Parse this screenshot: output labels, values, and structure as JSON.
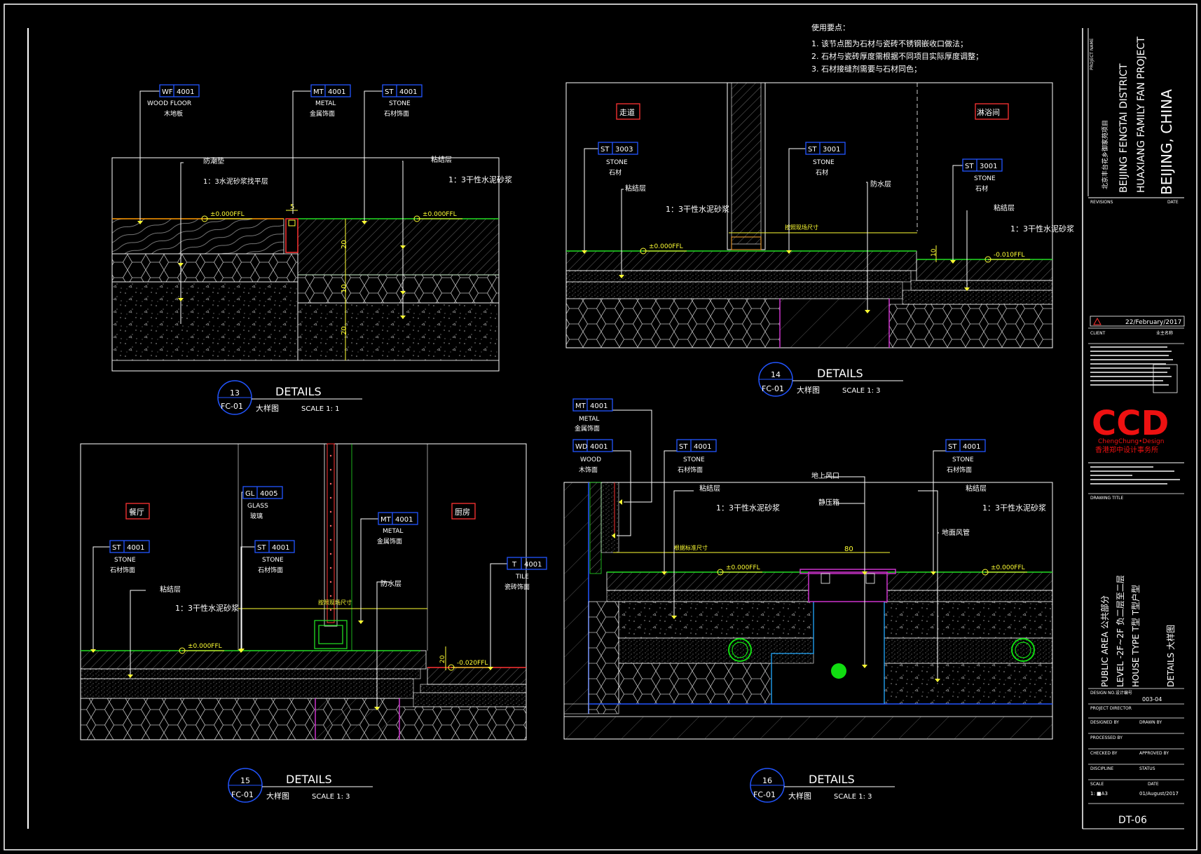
{
  "notes": {
    "title": "使用要点：",
    "items": [
      "1. 该节点图为石材与瓷砖不锈钢嵌收口做法；",
      "2. 石材与瓷砖厚度需根据不同项目实际厚度调整；",
      "3. 石材接缝剂需要与石材同色；"
    ]
  },
  "d13": {
    "tags": [
      {
        "code": "WF",
        "num": "4001",
        "en": "WOOD FLOOR",
        "cn": "木地板"
      },
      {
        "code": "MT",
        "num": "4001",
        "en": "METAL",
        "cn": "金属饰面"
      },
      {
        "code": "ST",
        "num": "4001",
        "en": "STONE",
        "cn": "石材饰面"
      }
    ],
    "labels": {
      "moisture": "防潮垫",
      "mortar_level": "1：3水泥砂浆找平层",
      "adhesive": "粘结层",
      "mortar": "1：3干性水泥砂浆",
      "level": "±0.000FFL",
      "level2": "±0.000FFL",
      "gap": "5",
      "dim1": "20",
      "dim2": "10",
      "dim3": "20"
    },
    "title": {
      "num": "13",
      "sheet": "FC-01",
      "name": "DETAILS",
      "cn": "大样图",
      "scale": "SCALE  1:  1"
    }
  },
  "d14": {
    "tags": [
      {
        "code": "ST",
        "num": "3003",
        "en": "STONE",
        "cn": "石材"
      },
      {
        "code": "ST",
        "num": "3001",
        "en": "STONE",
        "cn": "石材"
      },
      {
        "code": "ST",
        "num": "3001",
        "en": "STONE",
        "cn": "石材"
      }
    ],
    "rooms": [
      "走道",
      "淋浴间"
    ],
    "labels": {
      "adhesive": "粘结层",
      "mortar": "1：3干性水泥砂浆",
      "adhesive2": "粘结层",
      "mortar2": "1：3干性水泥砂浆",
      "waterproof": "防水层",
      "door_note": "按照现场尺寸",
      "level": "±0.000FFL",
      "level2": "-0.010FFL",
      "dim": "10"
    },
    "title": {
      "num": "14",
      "sheet": "FC-01",
      "name": "DETAILS",
      "cn": "大样图",
      "scale": "SCALE  1:  3"
    }
  },
  "d15": {
    "tags": [
      {
        "code": "GL",
        "num": "4005",
        "en": "GLASS",
        "cn": "玻璃"
      },
      {
        "code": "MT",
        "num": "4001",
        "en": "METAL",
        "cn": "金属饰面"
      },
      {
        "code": "ST",
        "num": "4001",
        "en": "STONE",
        "cn": "石材饰面"
      },
      {
        "code": "ST",
        "num": "4001",
        "en": "STONE",
        "cn": "石材饰面"
      },
      {
        "code": "T",
        "num": "4001",
        "en": "TILE",
        "cn": "瓷砖饰面"
      }
    ],
    "rooms": [
      "餐厅",
      "厨房"
    ],
    "labels": {
      "adhesive": "粘结层",
      "mortar": "1：3干性水泥砂浆",
      "waterproof": "防水层",
      "door_note": "按照现场尺寸",
      "level": "±0.000FFL",
      "level2": "-0.020FFL",
      "dim": "20"
    },
    "title": {
      "num": "15",
      "sheet": "FC-01",
      "name": "DETAILS",
      "cn": "大样图",
      "scale": "SCALE  1:  3"
    }
  },
  "d16": {
    "tags": [
      {
        "code": "MT",
        "num": "4001",
        "en": "METAL",
        "cn": "金属饰面"
      },
      {
        "code": "WD",
        "num": "4001",
        "en": "WOOD",
        "cn": "木饰面"
      },
      {
        "code": "ST",
        "num": "4001",
        "en": "STONE",
        "cn": "石材饰面"
      },
      {
        "code": "ST",
        "num": "4001",
        "en": "STONE",
        "cn": "石材饰面"
      }
    ],
    "labels": {
      "adhesive": "粘结层",
      "mortar": "1：3干性水泥砂浆",
      "outlet": "地上风口",
      "static": "静压箱",
      "adhesive2": "粘结层",
      "mortar2": "1：3干性水泥砂浆",
      "duct": "地面风管",
      "size_note": "根据标准尺寸",
      "dim": "80",
      "level": "±0.000FFL",
      "level2": "±0.000FFL"
    },
    "title": {
      "num": "16",
      "sheet": "FC-01",
      "name": "DETAILS",
      "cn": "大样图",
      "scale": "SCALE  1:  3"
    }
  },
  "titleblock": {
    "project_label": "PROJECT NAME",
    "project_cn": "北京丰台花乡御家苑项目",
    "project_en": [
      "BEIJING FENGTAI DISTRICT",
      "HUAXIANG FAMILY FAN PROJECT",
      "BEIJING, CHINA"
    ],
    "revisions": "REVISIONS",
    "date_label": "DATE",
    "rev_date": "22/February/2017",
    "client_label": "CLIENT",
    "client_value": "业主名称",
    "logo": "CCD",
    "logo_sub": "ChengChung•Design",
    "logo_cn": "香港郑中设计事务所",
    "drawing_title_label": "DRAWING TITLE",
    "drawing_title": [
      "PUBLIC AREA  公共部分",
      "LEVEL  -2F~2F  负二层至二层",
      "HOUSE TYPE  T型  T型户型",
      "DETAILS  大样图"
    ],
    "design_no_label": "DESIGN NO.设计编号",
    "design_no": "003-04",
    "project_director": "PROJECT DIRECTOR",
    "designed_by": "DESIGNED BY",
    "drawn_by": "DRAWN BY",
    "processed_by": "PROCESSED BY",
    "checked_by": "CHECKED BY",
    "approved_by": "APPROVED BY",
    "discipline": "DISCIPLINE",
    "status": "STATUS",
    "scale_label": "SCALE",
    "date2_label": "DATE",
    "scale_value": "1:  ■A3",
    "date_value": "01/August/2017",
    "sheet_no": "DT-06"
  }
}
